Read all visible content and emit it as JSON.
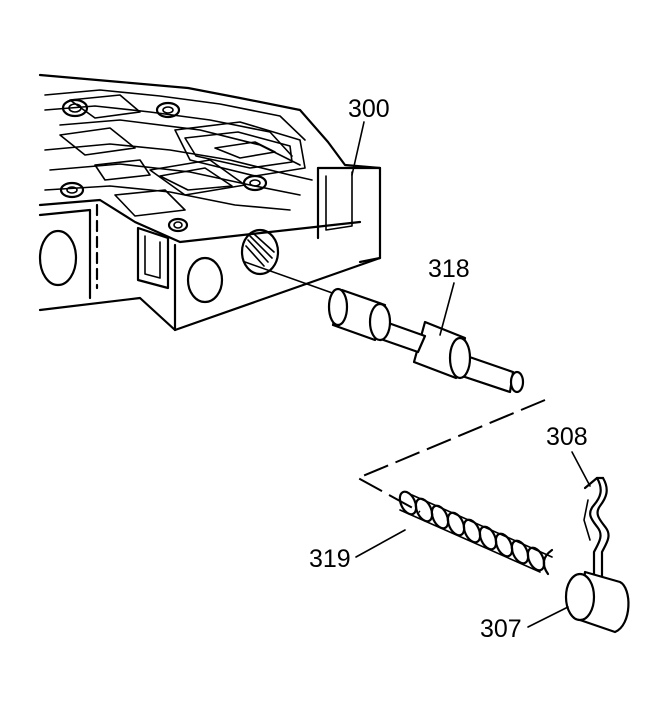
{
  "callouts": {
    "valve_body": "300",
    "valve": "318",
    "retainer_clip": "308",
    "spring": "319",
    "bore_plug": "307"
  }
}
